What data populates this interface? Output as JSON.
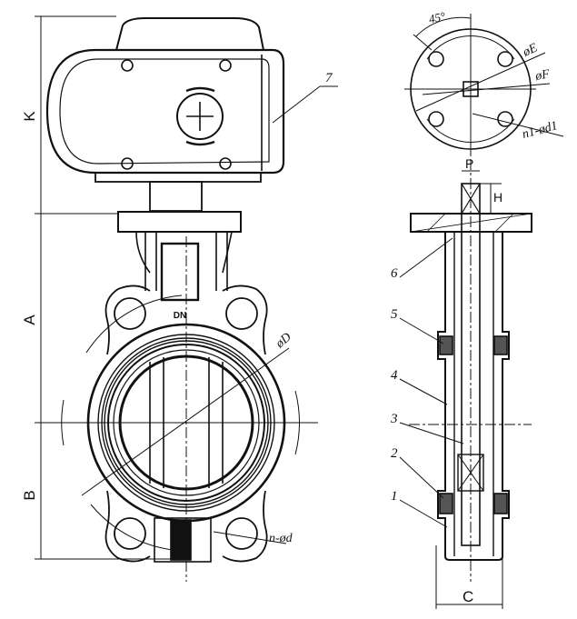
{
  "front_view": {
    "dimensions": {
      "k": "K",
      "a": "A",
      "b": "B",
      "od": "øD",
      "nd": "n-ød"
    },
    "body_marking_top": "DN",
    "part_label_7": "7"
  },
  "flange_view": {
    "angle": "45°",
    "oe": "øE",
    "of": "øF",
    "n1d1": "n1-ød1"
  },
  "section_view": {
    "dimensions": {
      "p": "P",
      "h": "H",
      "c": "C"
    },
    "part_labels": [
      "1",
      "2",
      "3",
      "4",
      "5",
      "6"
    ]
  },
  "colors": {
    "ink": "#111111",
    "background": "#ffffff"
  }
}
